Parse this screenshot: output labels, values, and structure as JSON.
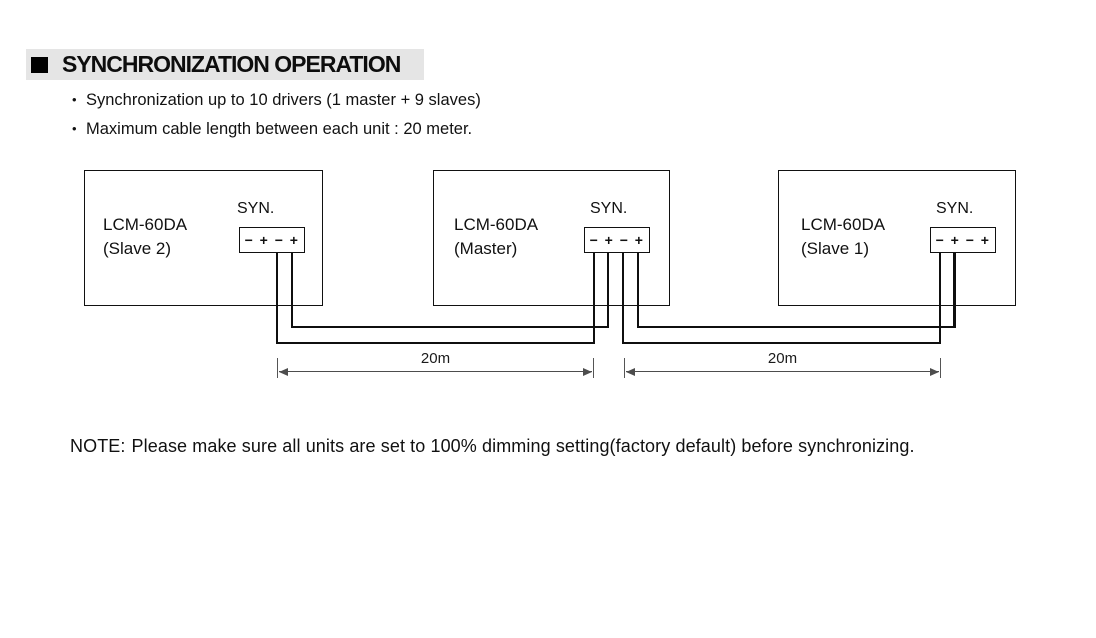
{
  "section": {
    "marker": "filled-square",
    "title": "SYNCHRONIZATION OPERATION",
    "title_bg": "#e5e5e5",
    "bullets": [
      {
        "marker": "•",
        "text": "Synchronization up to 10 drivers (1 master + 9 slaves)"
      },
      {
        "marker": "•",
        "text": "Maximum cable length between each unit : 20 meter."
      }
    ]
  },
  "diagram": {
    "units": [
      {
        "model": "LCM-60DA",
        "role": "(Slave 2)",
        "port": "SYN.",
        "terminals": "− + − +"
      },
      {
        "model": "LCM-60DA",
        "role": "(Master)",
        "port": "SYN.",
        "terminals": "− + − +"
      },
      {
        "model": "LCM-60DA",
        "role": "(Slave 1)",
        "port": "SYN.",
        "terminals": "− + − +"
      }
    ],
    "cable_lengths": [
      {
        "label": "20m"
      },
      {
        "label": "20m"
      }
    ],
    "line_color": "#0f0f0f"
  },
  "note": {
    "prefix": "NOTE:",
    "body": "Please make sure all units are set to 100% dimming setting(factory default) before synchronizing."
  }
}
